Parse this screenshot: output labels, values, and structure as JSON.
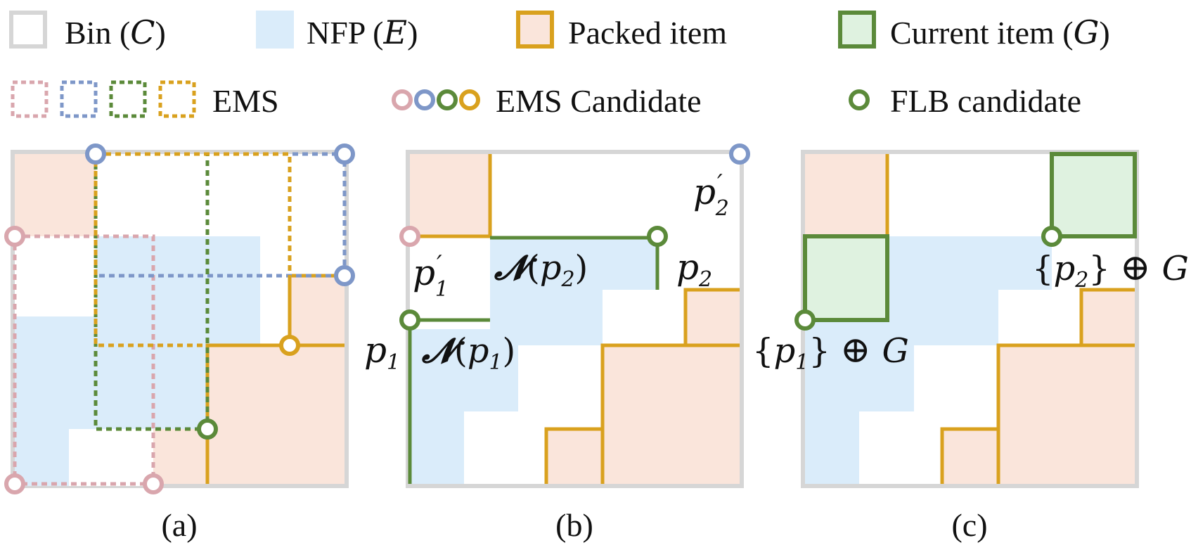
{
  "colors": {
    "bin_border": "#d6d6d6",
    "nfp_fill": "#daecfa",
    "packed_fill": "#fae5db",
    "packed_border": "#d9a11e",
    "current_fill": "#dff2e0",
    "current_border": "#5b8a3a",
    "ems_pink": "#d9a6ad",
    "ems_blue": "#7e97c8",
    "ems_green": "#5b8a3a",
    "ems_gold": "#d9a11e"
  },
  "legend": {
    "bin": "Bin (",
    "bin_sym": "C",
    "nfp": "NFP (",
    "nfp_sym": "E",
    "packed": "Packed item",
    "current": "Current item (",
    "current_sym": "G",
    "close": ")",
    "ems": "EMS",
    "ems_candidate": "EMS Candidate",
    "flb_candidate": "FLB candidate"
  },
  "panels": {
    "a": {
      "caption": "(a)"
    },
    "b": {
      "caption": "(b)",
      "p": "p",
      "sub1": "1",
      "sub2": "2",
      "prime": "′",
      "n": "𝓝",
      "lparen": "(",
      "rparen": ")"
    },
    "c": {
      "caption": "(c)",
      "lbrace": "{",
      "rbrace": "}",
      "oplus": "⊕",
      "g": "G"
    }
  }
}
